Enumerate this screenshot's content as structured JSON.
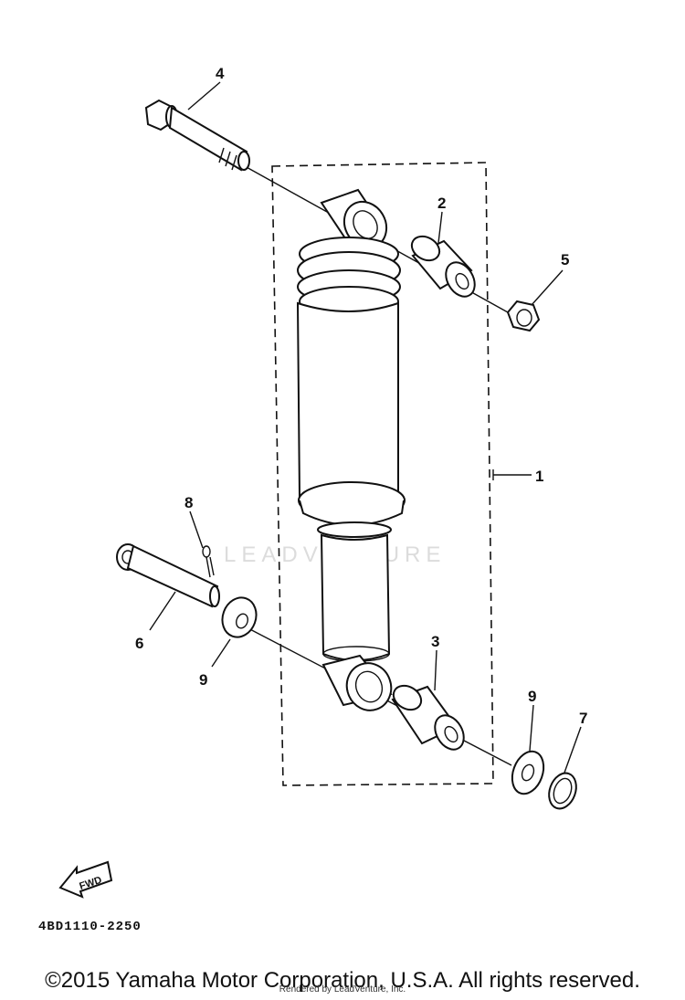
{
  "callouts": {
    "c1": "1",
    "c2": "2",
    "c3": "3",
    "c4": "4",
    "c5": "5",
    "c6": "6",
    "c7": "7",
    "c8": "8",
    "c9a": "9",
    "c9b": "9"
  },
  "fwd_label": "FWD",
  "diagram_code": "4BD1110-2250",
  "watermark": "LEADVENTURE",
  "copyright": "©2015 Yamaha Motor Corporation, U.S.A. All rights reserved.",
  "rendered_by": "Rendered by LeadVenture, Inc."
}
